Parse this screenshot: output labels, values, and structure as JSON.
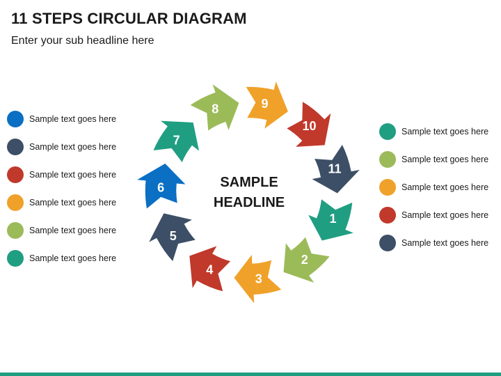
{
  "header": {
    "title": "11 STEPS CIRCULAR DIAGRAM",
    "subtitle": "Enter your sub headline here"
  },
  "center": {
    "line1": "SAMPLE",
    "line2": "HEADLINE"
  },
  "colors": {
    "blue": "#0b6fc4",
    "slate": "#3d4f66",
    "red": "#c0392b",
    "orange": "#f0a12a",
    "green": "#9bbb59",
    "teal": "#1f9e82",
    "footer": "#1f9e82"
  },
  "steps": [
    {
      "label": "1",
      "color": "#1f9e82"
    },
    {
      "label": "2",
      "color": "#9bbb59"
    },
    {
      "label": "3",
      "color": "#f0a12a"
    },
    {
      "label": "4",
      "color": "#c0392b"
    },
    {
      "label": "5",
      "color": "#3d4f66"
    },
    {
      "label": "6",
      "color": "#0b6fc4"
    },
    {
      "label": "7",
      "color": "#1f9e82"
    },
    {
      "label": "8",
      "color": "#9bbb59"
    },
    {
      "label": "9",
      "color": "#f0a12a"
    },
    {
      "label": "10",
      "color": "#c0392b"
    },
    {
      "label": "11",
      "color": "#3d4f66"
    }
  ],
  "legend_left": [
    {
      "text": "Sample text goes here",
      "color": "#0b6fc4"
    },
    {
      "text": "Sample text goes here",
      "color": "#3d4f66"
    },
    {
      "text": "Sample text goes here",
      "color": "#c0392b"
    },
    {
      "text": "Sample text goes here",
      "color": "#f0a12a"
    },
    {
      "text": "Sample text goes here",
      "color": "#9bbb59"
    },
    {
      "text": "Sample text goes here",
      "color": "#1f9e82"
    }
  ],
  "legend_right": [
    {
      "text": "Sample text goes here",
      "color": "#1f9e82"
    },
    {
      "text": "Sample text goes here",
      "color": "#9bbb59"
    },
    {
      "text": "Sample text goes here",
      "color": "#f0a12a"
    },
    {
      "text": "Sample text goes here",
      "color": "#c0392b"
    },
    {
      "text": "Sample text goes here",
      "color": "#3d4f66"
    }
  ]
}
